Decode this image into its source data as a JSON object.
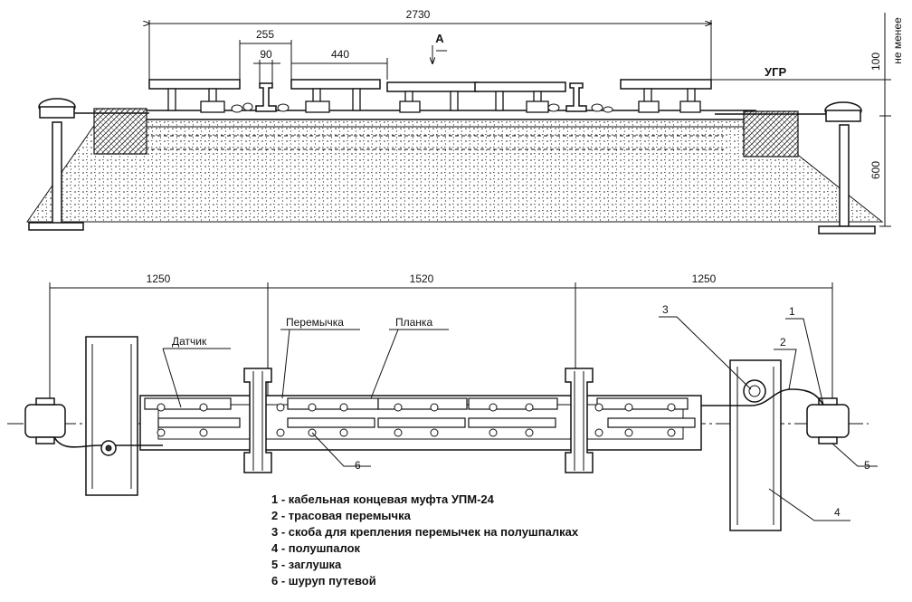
{
  "top_view": {
    "dims": {
      "overall": "2730",
      "d255": "255",
      "d90": "90",
      "d440": "440",
      "d100": "100",
      "d600": "600"
    },
    "section_mark": "A",
    "ugr_label": "УГР",
    "not_less_label": "не менее"
  },
  "plan_view": {
    "dims": {
      "left": "1250",
      "middle": "1520",
      "right": "1250"
    },
    "labels": {
      "sensor": "Датчик",
      "jumper": "Перемычка",
      "plate": "Планка"
    },
    "callouts": [
      "1",
      "2",
      "3",
      "4",
      "5",
      "6"
    ]
  },
  "legend": [
    "1 - кабельная концевая муфта УПМ-24",
    "2 - трасовая перемычка",
    "3 - скоба для крепления перемычек на полушпалках",
    "4 - полушпалок",
    "5 - заглушка",
    "6 - шуруп путевой"
  ]
}
